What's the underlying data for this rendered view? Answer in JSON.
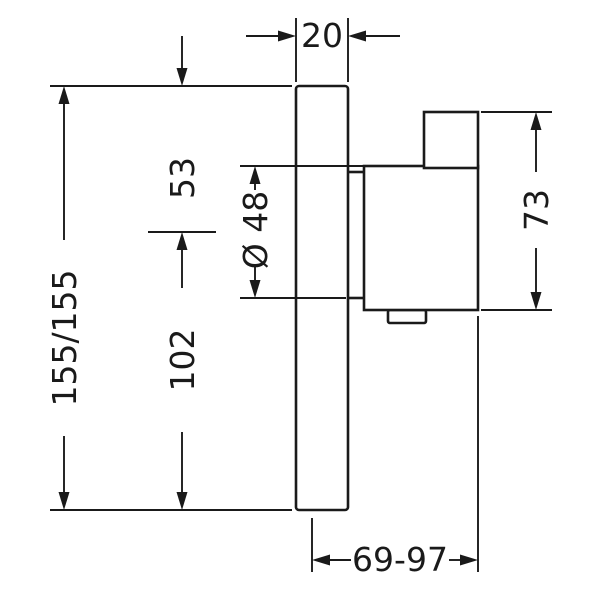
{
  "page": {
    "background": "#ffffff"
  },
  "drawing": {
    "kind": "technical-dimension-drawing",
    "line_color": "#1a1a1a",
    "labels": {
      "plate_thickness": "20",
      "plate_size": "155/155",
      "top_to_center": "53",
      "diameter": "Ø 48",
      "center_to_bottom": "102",
      "body_height": "73",
      "installation_depth": "69-97"
    }
  }
}
